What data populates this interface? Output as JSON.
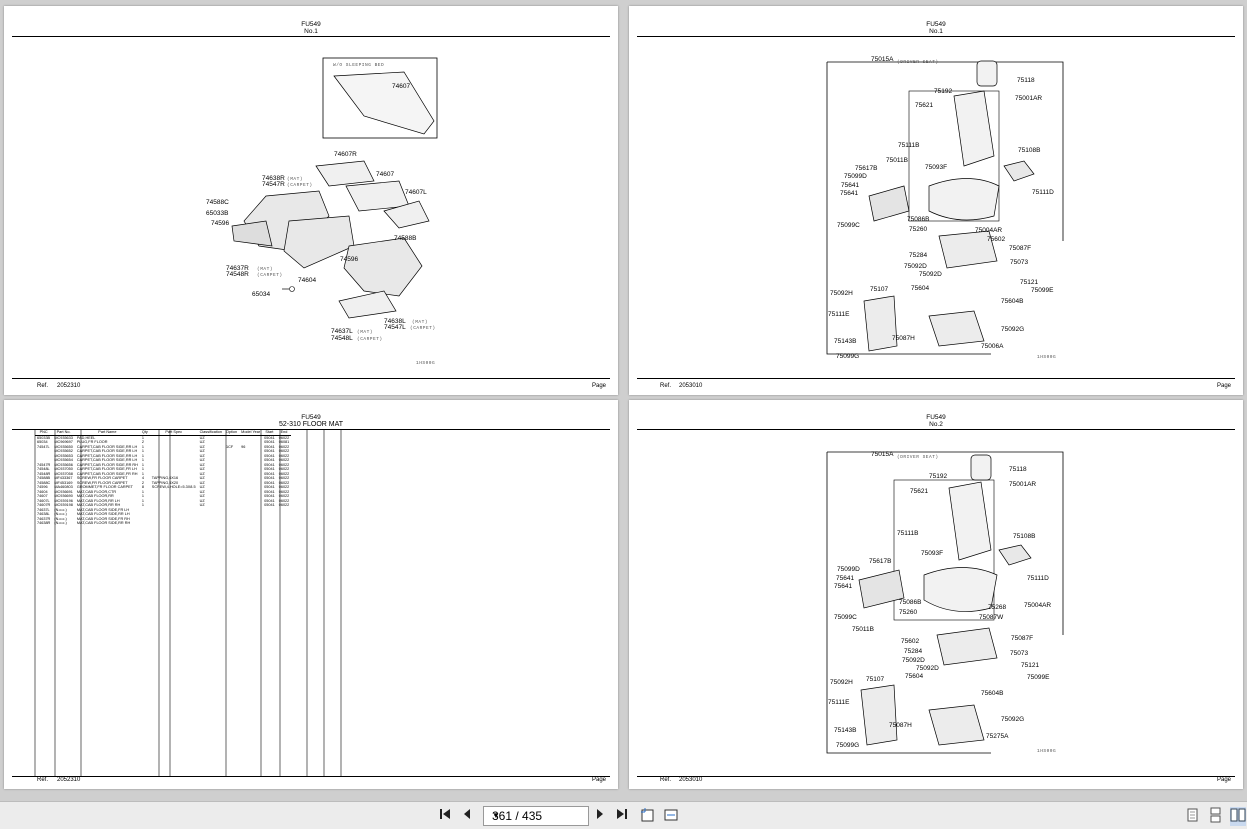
{
  "pages": [
    {
      "header_model": "FU549",
      "header_no": "No.1",
      "ref_label": "Ref.",
      "ref_value": "2052310",
      "page_label": "Page",
      "diagram_code": "1HS00G"
    },
    {
      "header_model": "FU549",
      "header_no": "No.1",
      "ref_label": "Ref.",
      "ref_value": "2053010",
      "page_label": "Page",
      "diagram_code": "1HS00G"
    },
    {
      "header_model": "FU549",
      "header_no": "52-310 FLOOR MAT",
      "ref_label": "Ref.",
      "ref_value": "2052310",
      "page_label": "Page"
    },
    {
      "header_model": "FU549",
      "header_no": "No.2",
      "ref_label": "Ref.",
      "ref_value": "2053010",
      "page_label": "Page",
      "diagram_code": "1HS00G"
    }
  ],
  "floor_diagram": {
    "inset_title": "W/O SLEEPING BED",
    "labels": [
      "74607",
      "74607R",
      "74607",
      "74607L",
      "74638R",
      "74547R",
      "74588C",
      "65033B",
      "74596",
      "74588B",
      "74596",
      "74637R",
      "74548R",
      "74604",
      "65034",
      "74638L",
      "74547L",
      "74637L",
      "74548L"
    ],
    "subs": [
      "(MAT)",
      "(CARPET)",
      "(MAT)",
      "(CARPET)",
      "(MAT)",
      "(CARPET)",
      "(MAT)",
      "(CARPET)"
    ]
  },
  "seat1": {
    "title": "75015A",
    "title_sub": "(DRIVER SEAT)",
    "labels": [
      "75118",
      "75192",
      "75001AR",
      "75621",
      "75111B",
      "75108B",
      "75011B",
      "75093F",
      "75617B",
      "75099D",
      "75641",
      "75641",
      "75111D",
      "75086B",
      "75260",
      "75004AR",
      "75099C",
      "75602",
      "75087F",
      "75284",
      "75073",
      "75092D",
      "75092D",
      "75121",
      "75604",
      "75099E",
      "75604B",
      "75092H",
      "75107",
      "75111E",
      "75092G",
      "75087H",
      "75143B",
      "75006A",
      "75099G"
    ]
  },
  "seat2": {
    "title": "75015A",
    "title_sub": "(DRIVER SEAT)",
    "labels": [
      "75118",
      "75192",
      "75001AR",
      "75621",
      "75111B",
      "75108B",
      "75093F",
      "75617B",
      "75099D",
      "75641",
      "75641",
      "75111D",
      "75086B",
      "75268",
      "75004AR",
      "75260",
      "75087W",
      "75099C",
      "75011B",
      "75602",
      "75087F",
      "75284",
      "75073",
      "75092D",
      "75092D",
      "75121",
      "75604",
      "75099E",
      "75604B",
      "75092H",
      "75107",
      "75111E",
      "75092G",
      "75087H",
      "75143B",
      "75275A",
      "75099G"
    ]
  },
  "parts_table": {
    "columns": [
      "PNC",
      "Part No.",
      "Part Name",
      "Qty",
      "Part Spec",
      "Classification",
      "Option",
      "Model Year",
      "Start",
      "End"
    ],
    "rows": [
      [
        "65033B",
        "MC935633",
        "PAD,HEEL",
        "1",
        "",
        "UZ",
        "",
        "",
        "05041",
        "06022"
      ],
      [
        "65034",
        "MC969697",
        "PLUG,FR FLOOR",
        "2",
        "",
        "UZ",
        "",
        "",
        "05041",
        "06081"
      ],
      [
        "74547L",
        "MC935650",
        "CARPET,CAB FLOOR SIDE,RR LH",
        "1",
        "",
        "UZ",
        "1CF",
        "96",
        "05041",
        "06022"
      ],
      [
        "",
        "MC935652",
        "CARPET,CAB FLOOR SIDE,RR LH",
        "1",
        "",
        "UZ",
        "",
        "",
        "05041",
        "06022"
      ],
      [
        "",
        "MC935653",
        "CARPET,CAB FLOOR SIDE,RR LH",
        "1",
        "",
        "UZ",
        "",
        "",
        "05041",
        "06022"
      ],
      [
        "",
        "MC935654",
        "CARPET,CAB FLOOR SIDE,RR LH",
        "1",
        "",
        "UZ",
        "",
        "",
        "05041",
        "06022"
      ],
      [
        "74547R",
        "MC935656",
        "CARPET,CAB FLOOR SIDE,RR RH",
        "1",
        "",
        "UZ",
        "",
        "",
        "05041",
        "06022"
      ],
      [
        "74548L",
        "MC937050",
        "CARPET,CAB FLOOR SIDE,FR LH",
        "1",
        "",
        "UZ",
        "",
        "",
        "05041",
        "06022"
      ],
      [
        "74548R",
        "MC937058",
        "CARPET,CAB FLOOR SIDE,FR RH",
        "1",
        "",
        "UZ",
        "",
        "",
        "05041",
        "06022"
      ],
      [
        "74588B",
        "MF433367",
        "SCREW,FR FLOOR CARPET",
        "4",
        "TAPPING,6X16",
        "UZ",
        "",
        "",
        "05041",
        "06022"
      ],
      [
        "74588C",
        "MF453169",
        "SCREW,FR FLOOR CARPET",
        "2",
        "TAPPING,5X20",
        "UZ",
        "",
        "",
        "05041",
        "06022"
      ],
      [
        "74596",
        "MA460803",
        "GROMMET,FR FLOOR CARPET",
        "8",
        "SCREW,4.HOLE=5.3X8.5",
        "UZ",
        "",
        "",
        "05041",
        "06022"
      ],
      [
        "74604",
        "MC936691",
        "MAT,CAB FLOOR,CTR",
        "1",
        "",
        "UZ",
        "",
        "",
        "05041",
        "06022"
      ],
      [
        "74607",
        "MC936690",
        "MAT,CAB FLOOR,RR",
        "1",
        "",
        "UZ",
        "",
        "",
        "05041",
        "06022"
      ],
      [
        "74607L",
        "MC939196",
        "MAT,CAB FLOOR,RR LH",
        "1",
        "",
        "UZ",
        "",
        "",
        "05041",
        "06022"
      ],
      [
        "74607R",
        "MC939198",
        "MAT,CAB FLOOR,RR RH",
        "1",
        "",
        "UZ",
        "",
        "",
        "05041",
        "06022"
      ],
      [
        "74637L",
        "(N.o.c.)",
        "MAT,CAB FLOOR SIDE,FR LH",
        "",
        "",
        "",
        "",
        "",
        "",
        ""
      ],
      [
        "74638L",
        "(N.o.c.)",
        "MAT,CAB FLOOR SIDE,RR LH",
        "",
        "",
        "",
        "",
        "",
        "",
        ""
      ],
      [
        "74637R",
        "(N.o.c.)",
        "MAT,CAB FLOOR SIDE,FR RH",
        "",
        "",
        "",
        "",
        "",
        "",
        ""
      ],
      [
        "74638R",
        "(N.o.c.)",
        "MAT,CAB FLOOR SIDE,RR RH",
        "",
        "",
        "",
        "",
        "",
        "",
        ""
      ]
    ]
  },
  "toolbar": {
    "page_indicator": "361 / 435",
    "first_icon": "first-page-icon",
    "prev_icon": "prev-page-icon",
    "next_icon": "next-page-icon",
    "last_icon": "last-page-icon",
    "fit_page_icon": "fit-page-icon",
    "fit_width_icon": "fit-width-icon",
    "single_page_icon": "single-page-view-icon",
    "continuous_icon": "continuous-view-icon",
    "facing_icon": "facing-view-icon"
  }
}
